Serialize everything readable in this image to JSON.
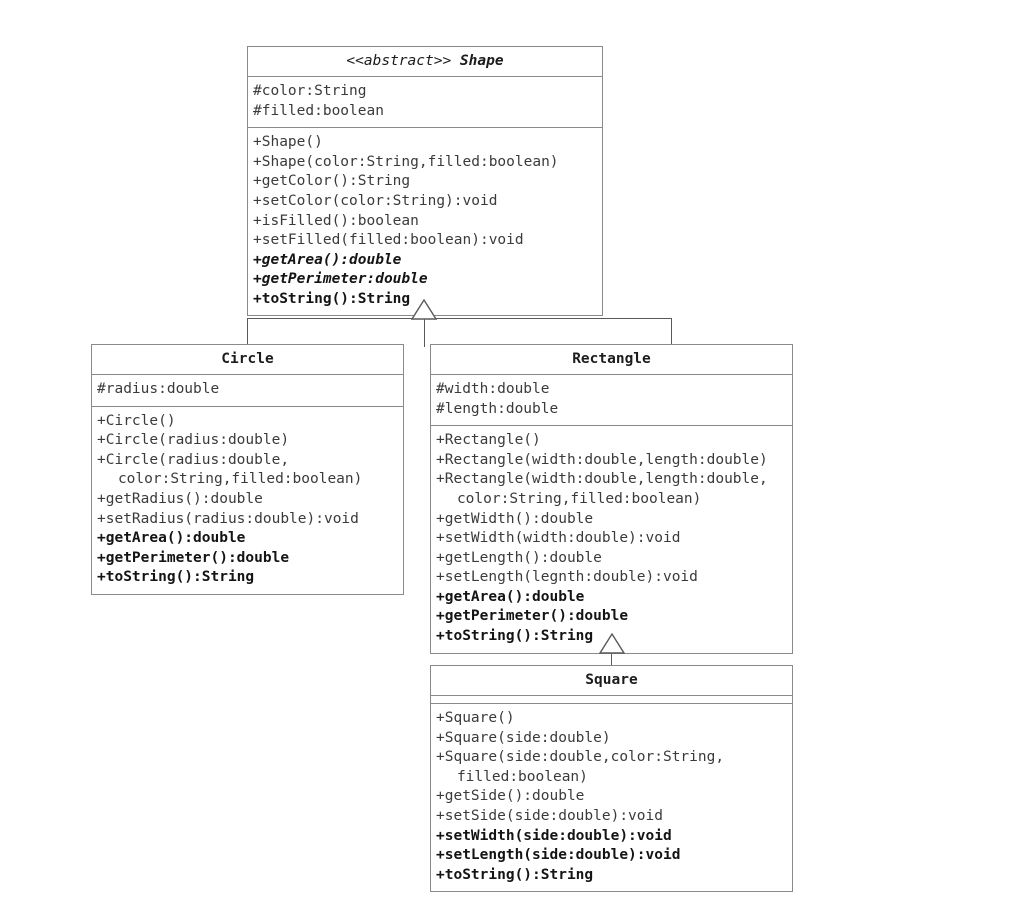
{
  "diagram": {
    "title": "Shape class hierarchy UML class diagram",
    "type": "uml-class-diagram",
    "background_color": "#ffffff",
    "border_color": "#8a8a8a",
    "text_color": "#3b3b3b",
    "emphasis_text_color": "#141414"
  },
  "classes": {
    "shape": {
      "stereotype": "<<abstract>>",
      "name": "Shape",
      "attributes": [
        {
          "text": "#color:String",
          "style": "normal"
        },
        {
          "text": "#filled:boolean",
          "style": "normal"
        }
      ],
      "methods": [
        {
          "text": "+Shape()",
          "style": "normal"
        },
        {
          "text": "+Shape(color:String,filled:boolean)",
          "style": "normal"
        },
        {
          "text": "+getColor():String",
          "style": "normal"
        },
        {
          "text": "+setColor(color:String):void",
          "style": "normal"
        },
        {
          "text": "+isFilled():boolean",
          "style": "normal"
        },
        {
          "text": "+setFilled(filled:boolean):void",
          "style": "normal"
        },
        {
          "text": "+getArea():double",
          "style": "bold-italic"
        },
        {
          "text": "+getPerimeter:double",
          "style": "bold-italic"
        },
        {
          "text": "+toString():String",
          "style": "bold"
        }
      ]
    },
    "circle": {
      "stereotype": "",
      "name": "Circle",
      "attributes": [
        {
          "text": "#radius:double",
          "style": "normal"
        }
      ],
      "methods": [
        {
          "text": "+Circle()",
          "style": "normal"
        },
        {
          "text": "+Circle(radius:double)",
          "style": "normal"
        },
        {
          "text": "+Circle(radius:double,",
          "style": "normal"
        },
        {
          "text": "color:String,filled:boolean)",
          "style": "continuation"
        },
        {
          "text": "+getRadius():double",
          "style": "normal"
        },
        {
          "text": "+setRadius(radius:double):void",
          "style": "normal"
        },
        {
          "text": "+getArea():double",
          "style": "bold"
        },
        {
          "text": "+getPerimeter():double",
          "style": "bold"
        },
        {
          "text": "+toString():String",
          "style": "bold"
        }
      ]
    },
    "rectangle": {
      "stereotype": "",
      "name": "Rectangle",
      "attributes": [
        {
          "text": "#width:double",
          "style": "normal"
        },
        {
          "text": "#length:double",
          "style": "normal"
        }
      ],
      "methods": [
        {
          "text": "+Rectangle()",
          "style": "normal"
        },
        {
          "text": "+Rectangle(width:double,length:double)",
          "style": "normal"
        },
        {
          "text": "+Rectangle(width:double,length:double,",
          "style": "normal"
        },
        {
          "text": "color:String,filled:boolean)",
          "style": "continuation"
        },
        {
          "text": "+getWidth():double",
          "style": "normal"
        },
        {
          "text": "+setWidth(width:double):void",
          "style": "normal"
        },
        {
          "text": "+getLength():double",
          "style": "normal"
        },
        {
          "text": "+setLength(legnth:double):void",
          "style": "normal"
        },
        {
          "text": "+getArea():double",
          "style": "bold"
        },
        {
          "text": "+getPerimeter():double",
          "style": "bold"
        },
        {
          "text": "+toString():String",
          "style": "bold"
        }
      ]
    },
    "square": {
      "stereotype": "",
      "name": "Square",
      "attributes": [],
      "methods": [
        {
          "text": "+Square()",
          "style": "normal"
        },
        {
          "text": "+Square(side:double)",
          "style": "normal"
        },
        {
          "text": "+Square(side:double,color:String,",
          "style": "normal"
        },
        {
          "text": "filled:boolean)",
          "style": "continuation"
        },
        {
          "text": "+getSide():double",
          "style": "normal"
        },
        {
          "text": "+setSide(side:double):void",
          "style": "normal"
        },
        {
          "text": "+setWidth(side:double):void",
          "style": "bold"
        },
        {
          "text": "+setLength(side:double):void",
          "style": "bold"
        },
        {
          "text": "+toString():String",
          "style": "bold"
        }
      ]
    }
  },
  "relationships": [
    {
      "kind": "generalization",
      "child": "Circle",
      "parent": "Shape"
    },
    {
      "kind": "generalization",
      "child": "Rectangle",
      "parent": "Shape"
    },
    {
      "kind": "generalization",
      "child": "Square",
      "parent": "Rectangle"
    }
  ]
}
